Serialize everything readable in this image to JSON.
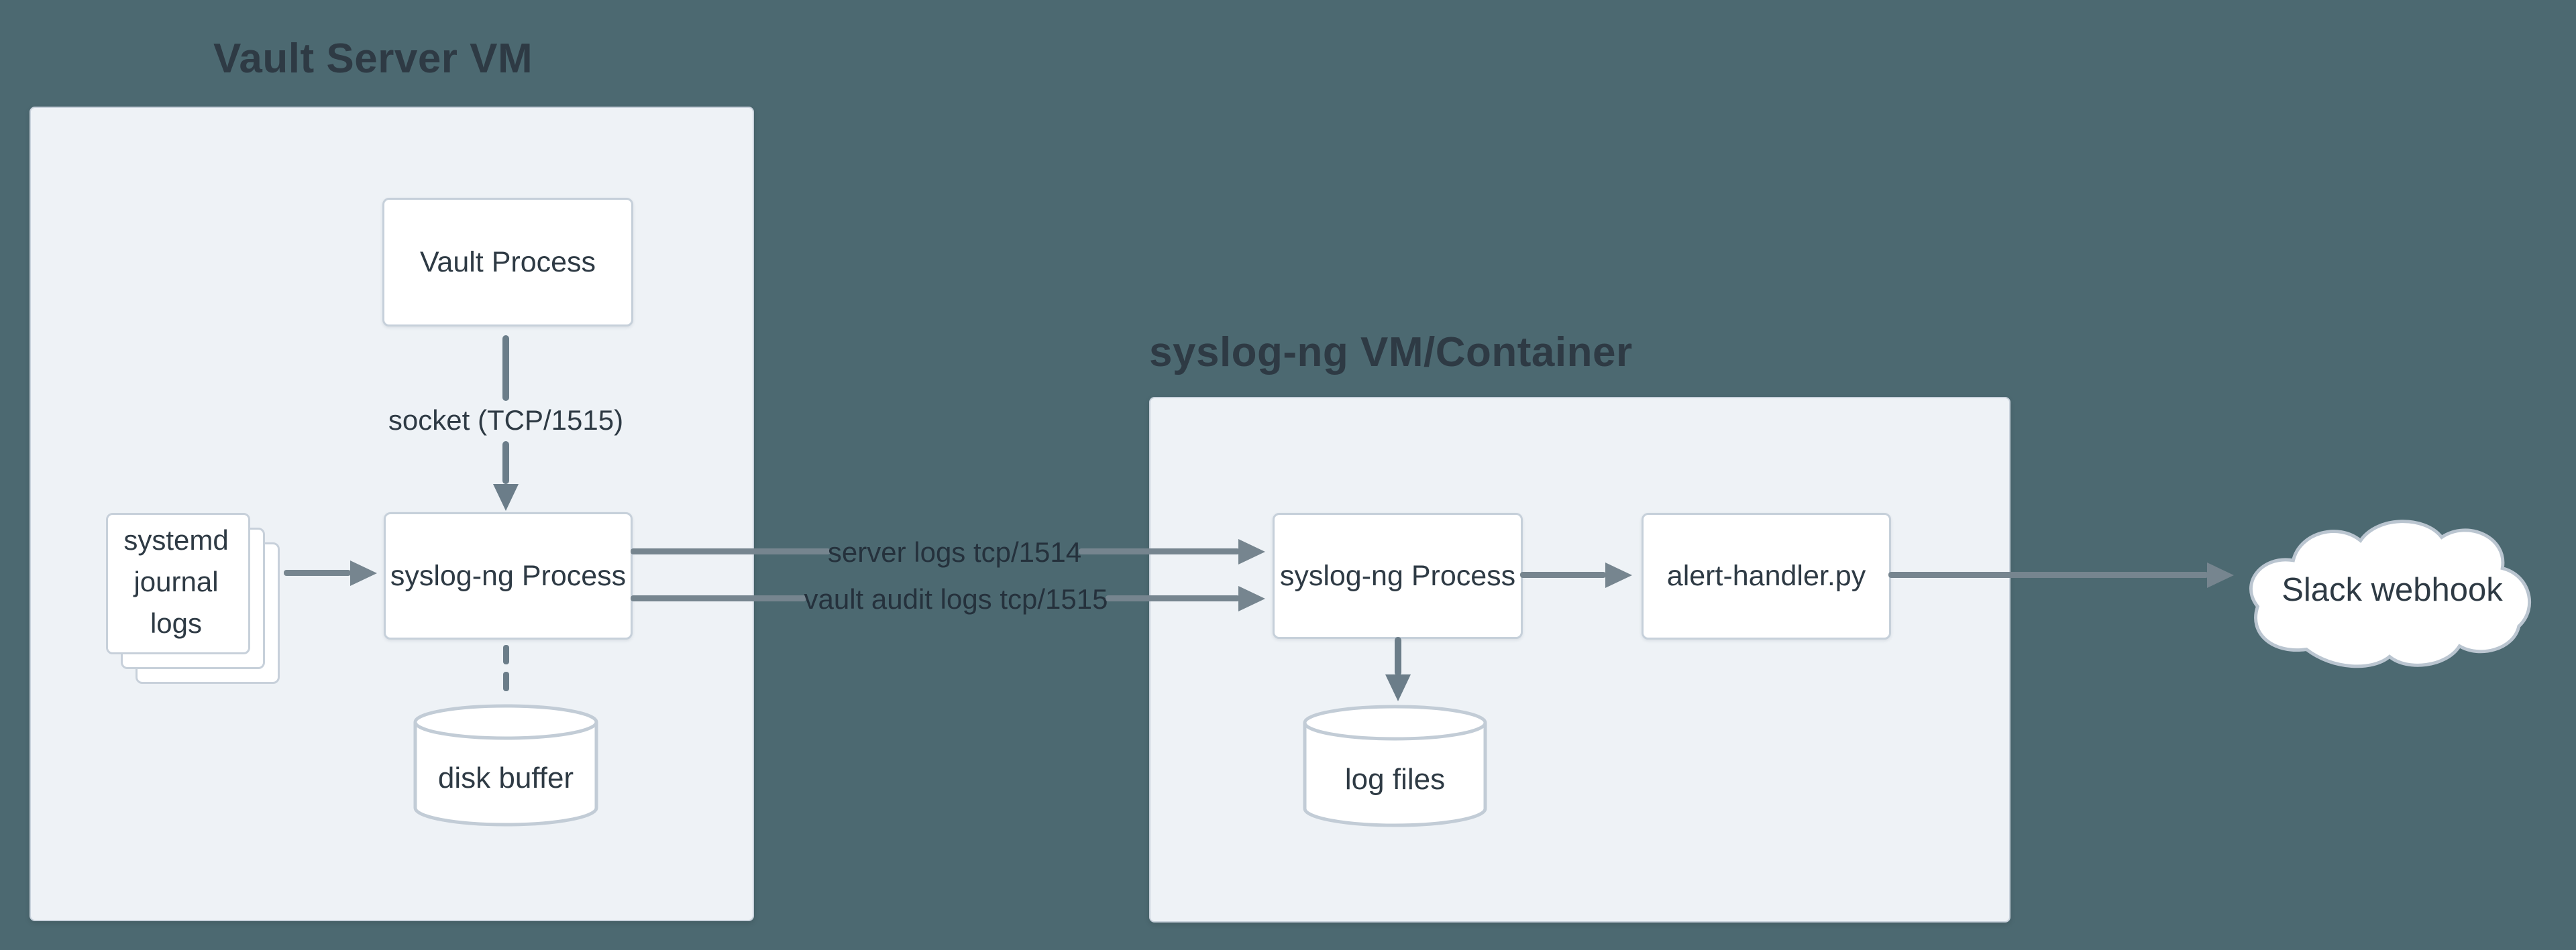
{
  "diagram": {
    "groups": {
      "vault_vm": {
        "title": "Vault Server VM"
      },
      "syslog_vm": {
        "title": "syslog-ng VM/Container"
      }
    },
    "nodes": {
      "vault_process": {
        "label": "Vault Process"
      },
      "syslog_left": {
        "label": "syslog-ng Process"
      },
      "journal_stack": {
        "lines": [
          "systemd",
          "journal",
          "logs"
        ]
      },
      "disk_buffer": {
        "label": "disk buffer"
      },
      "syslog_right": {
        "label": "syslog-ng Process"
      },
      "alert_handler": {
        "label": "alert-handler.py"
      },
      "log_files": {
        "label": "log files"
      },
      "slack_webhook": {
        "label": "Slack webhook"
      }
    },
    "edges": {
      "socket": {
        "label": "socket (TCP/1515)"
      },
      "server_logs": {
        "label": "server logs tcp/1514"
      },
      "audit_logs": {
        "label": "vault audit logs tcp/1515"
      }
    },
    "colors": {
      "background": "#4c6971",
      "group_fill": "#eef2f6",
      "group_border": "#c9d2dc",
      "node_fill": "#ffffff",
      "node_border": "#c6d0da",
      "line": "#76858f",
      "text": "#2e3a44"
    }
  }
}
